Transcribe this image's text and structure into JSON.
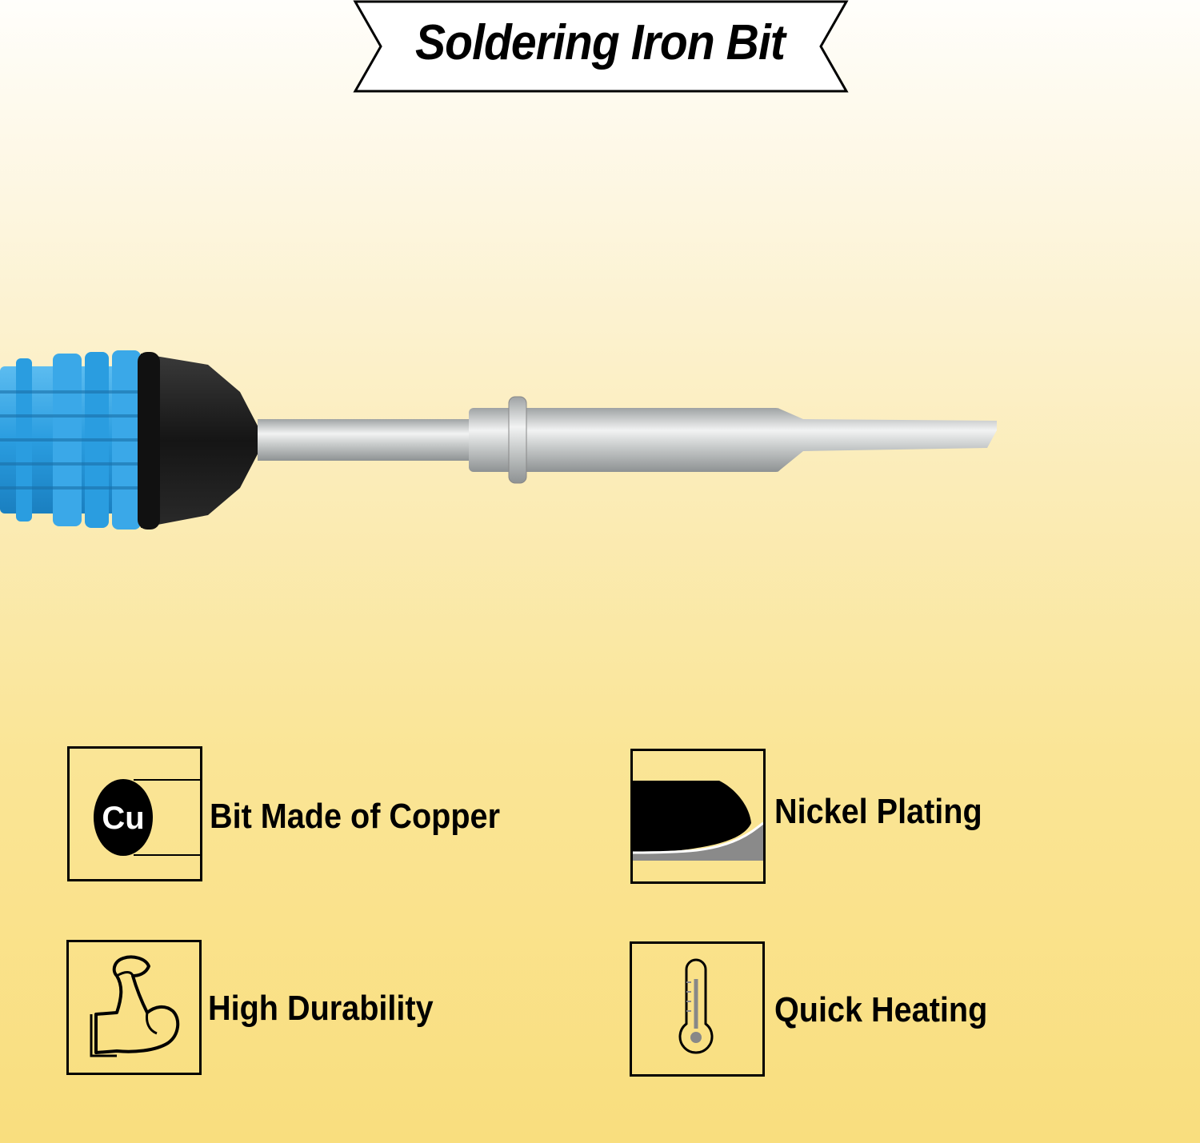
{
  "banner": {
    "title": "Soldering Iron Bit"
  },
  "features": [
    {
      "label": "Bit Made of Copper",
      "icon": "copper-cu-icon",
      "icon_text": "Cu"
    },
    {
      "label": "Nickel Plating",
      "icon": "nickel-plating-icon"
    },
    {
      "label": "High Durability",
      "icon": "flexed-arm-icon"
    },
    {
      "label": "Quick Heating",
      "icon": "thermometer-icon"
    }
  ],
  "colors": {
    "handle_blue": "#2a9de0",
    "collar_black": "#151515",
    "metal_silver": "#c9cccc"
  }
}
